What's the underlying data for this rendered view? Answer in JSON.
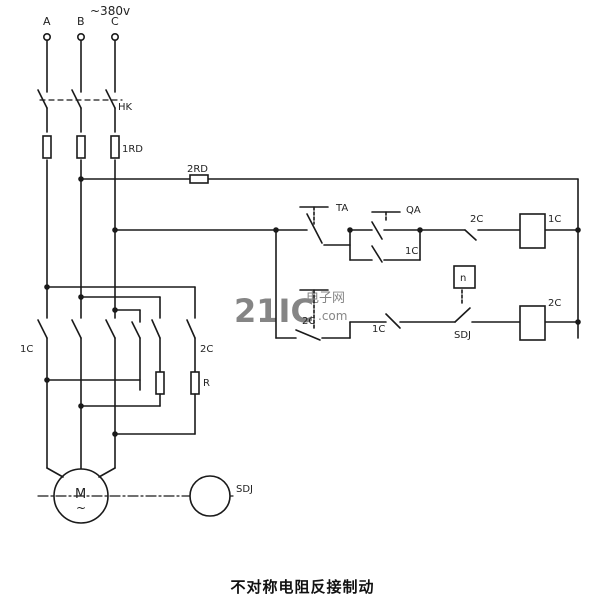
{
  "supply": {
    "voltage": "~380v",
    "phases": [
      "A",
      "B",
      "C"
    ]
  },
  "labels": {
    "knife_switch": "HK",
    "fuse_main": "1RD",
    "fuse_control": "2RD",
    "contactor_1": "1C",
    "contactor_2": "2C",
    "resistor": "R",
    "motor": "M",
    "motor_symbol": "~",
    "speed_relay": "SDJ",
    "stop_button": "TA",
    "start_button": "QA",
    "n_symbol": "n"
  },
  "watermark": {
    "main": "21IC",
    "cn": "电子网",
    "url": ".com"
  },
  "caption": "不对称电阻反接制动",
  "colors": {
    "line": "#1a1a1a",
    "watermark": "#e33b3b"
  }
}
